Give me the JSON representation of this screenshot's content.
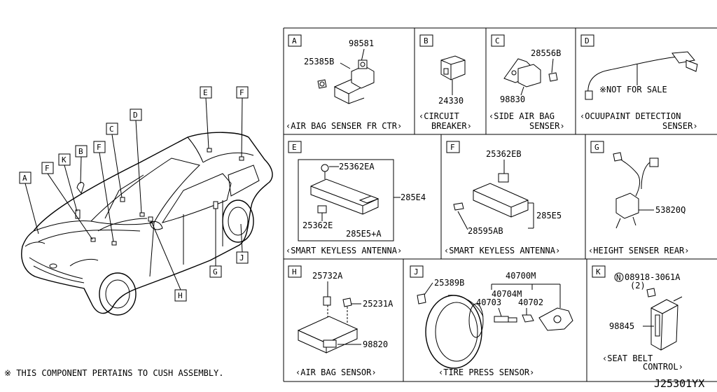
{
  "callouts": [
    "A",
    "F",
    "K",
    "B",
    "F",
    "C",
    "D",
    "E",
    "F",
    "H",
    "G",
    "J"
  ],
  "panels": {
    "A": {
      "letter": "A",
      "parts": [
        "98581",
        "25385B"
      ],
      "caption": [
        "‹AIR BAG SENSER FR CTR›"
      ]
    },
    "B": {
      "letter": "B",
      "parts": [
        "24330"
      ],
      "caption": [
        "‹CIRCUIT",
        "BREAKER›"
      ]
    },
    "C": {
      "letter": "C",
      "parts": [
        "28556B",
        "98830"
      ],
      "caption": [
        "‹SIDE AIR BAG",
        "SENSER›"
      ]
    },
    "D": {
      "letter": "D",
      "parts": [
        "※NOT FOR SALE"
      ],
      "caption": [
        "‹OCUUPAINT DETECTION",
        "SENSER›"
      ]
    },
    "E": {
      "letter": "E",
      "parts": [
        "25362EA",
        "285E4",
        "25362E",
        "285E5+A"
      ],
      "caption": [
        "‹SMART KEYLESS ANTENNA›"
      ]
    },
    "F": {
      "letter": "F",
      "parts": [
        "25362EB",
        "285E5",
        "28595AB"
      ],
      "caption": [
        "‹SMART KEYLESS ANTENNA›"
      ]
    },
    "G": {
      "letter": "G",
      "parts": [
        "53820Q"
      ],
      "caption": [
        "‹HEIGHT SENSER REAR›"
      ]
    },
    "H": {
      "letter": "H",
      "parts": [
        "25732A",
        "25231A",
        "98820"
      ],
      "caption": [
        "‹AIR BAG SENSOR›"
      ]
    },
    "J": {
      "letter": "J",
      "parts": [
        "25389B",
        "40700M",
        "40704M",
        "40703",
        "40702"
      ],
      "caption": [
        "‹TIRE PRESS SENSOR›"
      ]
    },
    "K": {
      "letter": "K",
      "parts": [
        "08918-3061A",
        "(2)",
        "98845"
      ],
      "caption": [
        "‹SEAT BELT",
        "CONTROL›"
      ]
    }
  },
  "circled_symbol": "N",
  "footnote": "※ THIS COMPONENT PERTAINS TO CUSH ASSEMBLY.",
  "diagram_code": "J25301YX"
}
